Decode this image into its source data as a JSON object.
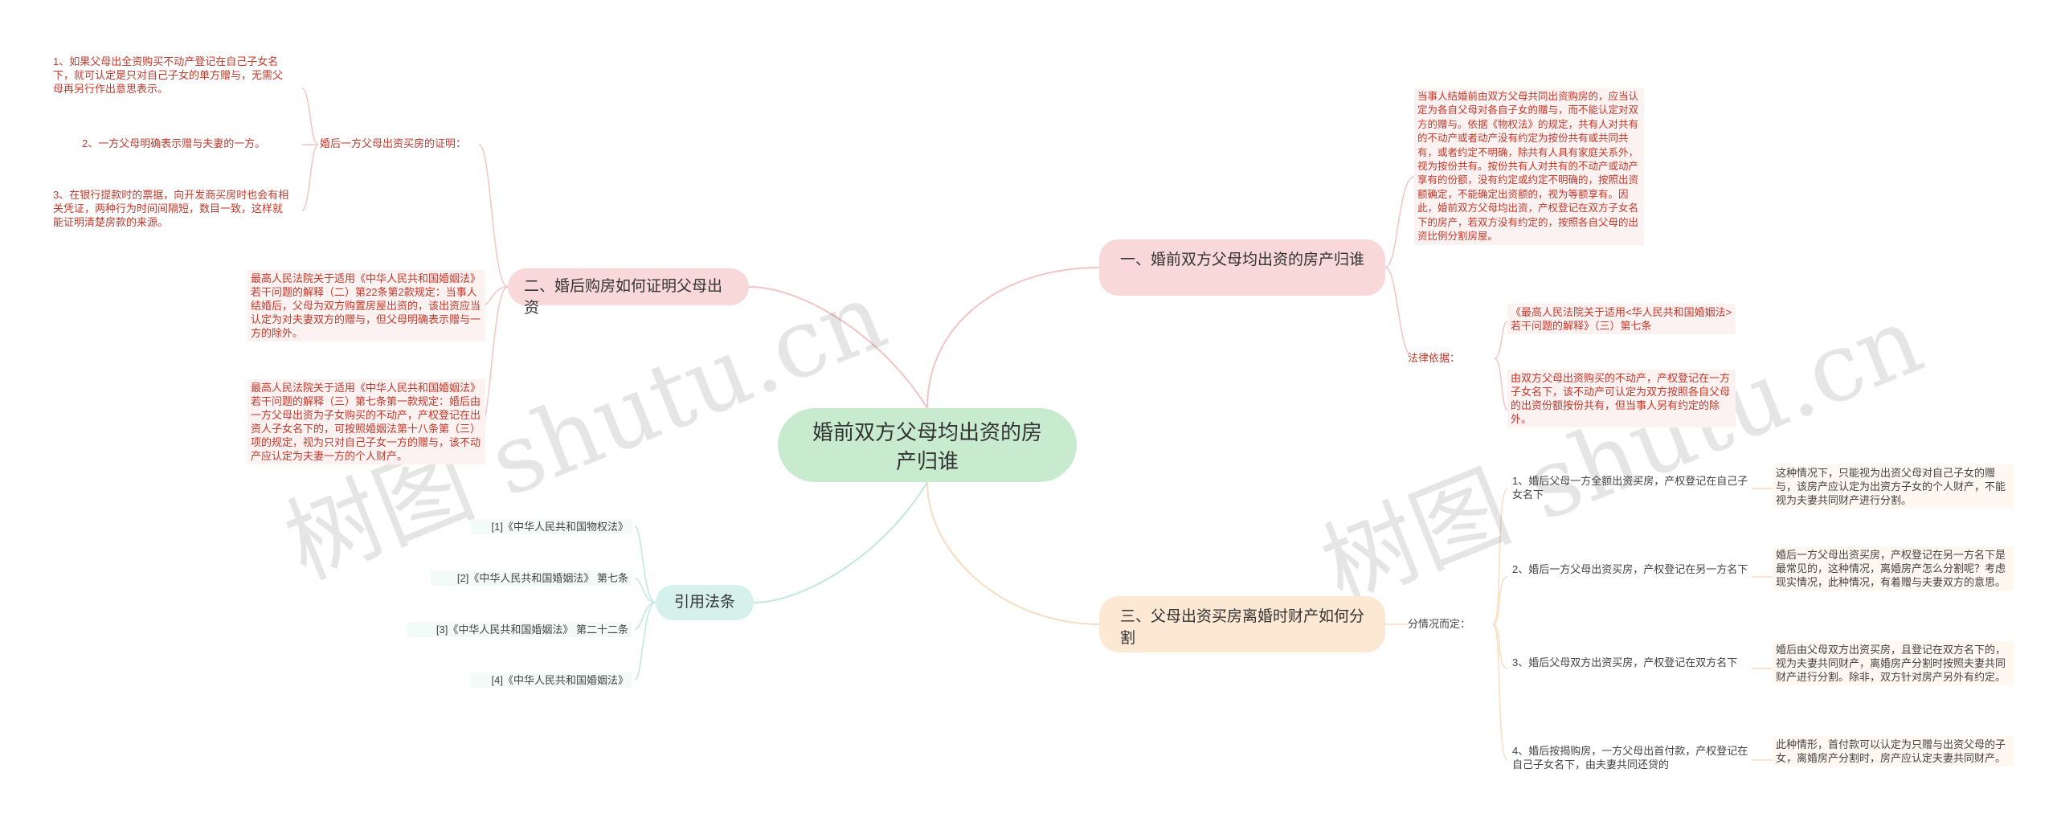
{
  "root": {
    "label": "婚前双方父母均出资的房产归谁"
  },
  "branch1": {
    "label": "一、婚前双方父母均出资的房产归谁",
    "description": "当事人结婚前由双方父母共同出资购房的，应当认定为各自父母对各自子女的赠与，而不能认定对双方的赠与。依据《物权法》的规定，共有人对共有的不动产或者动产没有约定为按份共有或共同共有，或者约定不明确，除共有人具有家庭关系外，视为按份共有。按份共有人对共有的不动产或动产享有的份额，没有约定或约定不明确的，按照出资额确定，不能确定出资额的，视为等额享有。因此，婚前双方父母均出资，产权登记在双方子女名下的房产，若双方没有约定的，按照各自父母的出资比例分割房屋。",
    "legal_label": "法律依据：",
    "legal_items": [
      "《最高人民法院关于适用<华人民共和国婚姻法>若干问题的解释》（三）第七条",
      "由双方父母出资购买的不动产，产权登记在一方子女名下，该不动产可认定为双方按照各自父母的出资份额按份共有，但当事人另有约定的除外。"
    ]
  },
  "branch2": {
    "label": "二、婚后购房如何证明父母出资",
    "proof_label": "婚后一方父母出资买房的证明：",
    "proof_items": [
      "1、如果父母出全资购买不动产登记在自己子女名下，就可认定是只对自己子女的单方赠与，无需父母再另行作出意思表示。",
      "2、一方父母明确表示赠与夫妻的一方。",
      "3、在银行提款时的票据，向开发商买房时也会有相关凭证，两种行为时间间隔短，数目一致，这样就能证明清楚房款的来源。"
    ],
    "laws": [
      "最高人民法院关于适用《中华人民共和国婚姻法》若干问题的解释（二）第22条第2款规定：当事人结婚后，父母为双方购置房屋出资的，该出资应当认定为对夫妻双方的赠与，但父母明确表示赠与一方的除外。",
      "最高人民法院关于适用《中华人民共和国婚姻法》若干问题的解释（三）第七条第一款规定：婚后由一方父母出资为子女购买的不动产，产权登记在出资人子女名下的，可按照婚姻法第十八条第（三）项的规定，视为只对自己子女一方的赠与，该不动产应认定为夫妻一方的个人财产。"
    ]
  },
  "branch3": {
    "label": "三、父母出资买房离婚时财产如何分割",
    "case_label": "分情况而定：",
    "cases": [
      {
        "title": "1、婚后父母一方全额出资买房，产权登记在自己子女名下",
        "detail": "这种情况下，只能视为出资父母对自己子女的赠与，该房产应认定为出资方子女的个人财产，不能视为夫妻共同财产进行分割。"
      },
      {
        "title": "2、婚后一方父母出资买房，产权登记在另一方名下",
        "detail": "婚后一方父母出资买房，产权登记在另一方名下是最常见的，这种情况，离婚房产怎么分割呢？考虑现实情况，此种情况，有着赠与夫妻双方的意思。"
      },
      {
        "title": "3、婚后父母双方出资买房，产权登记在双方名下",
        "detail": "婚后由父母双方出资买房，且登记在双方名下的，视为夫妻共同财产，离婚房产分割时按照夫妻共同财产进行分割。除非，双方针对房产另外有约定。"
      },
      {
        "title": "4、婚后按揭购房，一方父母出首付款，产权登记在自己子女名下，由夫妻共同还贷的",
        "detail": "此种情形，首付款可以认定为只赠与出资父母的子女，离婚房产分割时，房产应认定夫妻共同财产。"
      }
    ]
  },
  "branch4": {
    "label": "引用法条",
    "items": [
      "[1]《中华人民共和国物权法》",
      "[2]《中华人民共和国婚姻法》 第七条",
      "[3]《中华人民共和国婚姻法》 第二十二条",
      "[4]《中华人民共和国婚姻法》"
    ]
  },
  "watermark": {
    "left": "树图 shutu.cn",
    "right": "树图 shutu.cn"
  },
  "colors": {
    "root": "#c8ebcf",
    "branch_red": "#f8d8d8",
    "branch_orange": "#fce8d3",
    "branch_teal": "#d6f1ec",
    "red_text": "#c0392b"
  }
}
